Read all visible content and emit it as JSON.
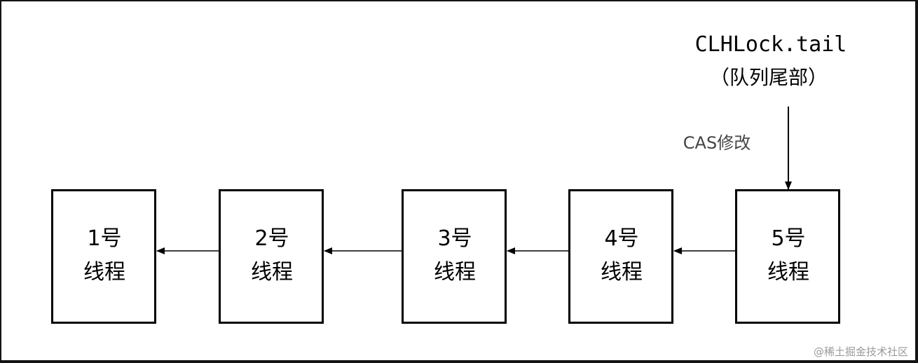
{
  "tail_label": "CLHLock.tail",
  "tail_sublabel": "（队列尾部）",
  "cas_label": "CAS修改",
  "nodes": [
    {
      "line1": "1号",
      "line2": "线程"
    },
    {
      "line1": "2号",
      "line2": "线程"
    },
    {
      "line1": "3号",
      "line2": "线程"
    },
    {
      "line1": "4号",
      "line2": "线程"
    },
    {
      "line1": "5号",
      "line2": "线程"
    }
  ],
  "watermark": "@稀土掘金技术社区"
}
